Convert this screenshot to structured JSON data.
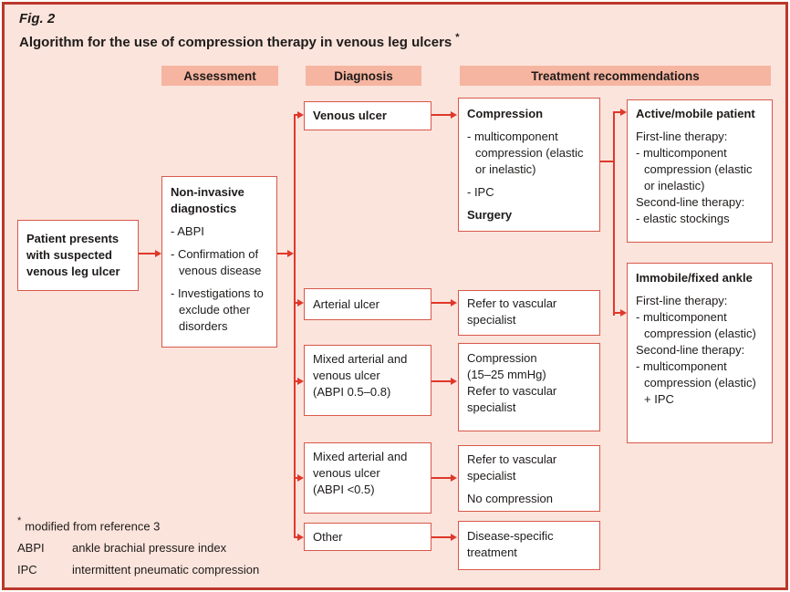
{
  "figure": {
    "label": "Fig. 2",
    "title": "Algorithm for the use of compression therapy in venous leg ulcers",
    "footnote_marker": "*"
  },
  "column_headers": {
    "assessment": "Assessment",
    "diagnosis": "Diagnosis",
    "treatment": "Treatment recommendations"
  },
  "assessment": {
    "patient": "Patient presents with suspected venous leg ulcer",
    "diagnostics_title": "Non-invasive diagnostics",
    "diagnostics_items": [
      "- ABPI",
      "- Confirmation of venous disease",
      "- Investigations to exclude other disorders"
    ]
  },
  "diagnosis": {
    "venous": "Venous ulcer",
    "arterial": "Arterial ulcer",
    "mixed_high": {
      "name": "Mixed arterial and venous ulcer",
      "criteria": "(ABPI 0.5–0.8)"
    },
    "mixed_low": {
      "name": "Mixed arterial and venous ulcer",
      "criteria": "(ABPI <0.5)"
    },
    "other": "Other"
  },
  "treatment": {
    "venous": {
      "heading_compression": "Compression",
      "item_multicomponent": "- multicomponent compression (elastic or inelastic)",
      "item_ipc": "- IPC",
      "heading_surgery": "Surgery"
    },
    "arterial": {
      "refer": "Refer to vascular specialist"
    },
    "mixed_high": {
      "compression": "Compression",
      "compression_range": "(15–25 mmHg)",
      "refer": "Refer to vascular specialist"
    },
    "mixed_low": {
      "refer": "Refer to vascular specialist",
      "no_compression": "No compression"
    },
    "other": {
      "line": "Disease-specific treatment"
    }
  },
  "patient_subgroups": {
    "active": {
      "title": "Active/mobile patient",
      "first_label": "First-line therapy:",
      "first_item": "- multicomponent compression (elastic or inelastic)",
      "second_label": "Second-line therapy:",
      "second_item": "- elastic stockings"
    },
    "immobile": {
      "title": "Immobile/fixed ankle",
      "first_label": "First-line therapy:",
      "first_item": "- multicomponent compression (elastic)",
      "second_label": "Second-line therapy:",
      "second_item": "- multicomponent compression (elastic) + IPC"
    }
  },
  "footer": {
    "footnote_marker": "*",
    "footnote": "modified from reference 3",
    "abbreviations": [
      {
        "term": "ABPI",
        "definition": "ankle brachial pressure index"
      },
      {
        "term": "IPC",
        "definition": "intermittent pneumatic compression"
      }
    ]
  },
  "colors": {
    "background": "#fbe4dc",
    "header_bar": "#f6b5a1",
    "box_border": "#d8584a",
    "arrow": "#df382b",
    "frame": "#bb382c"
  }
}
